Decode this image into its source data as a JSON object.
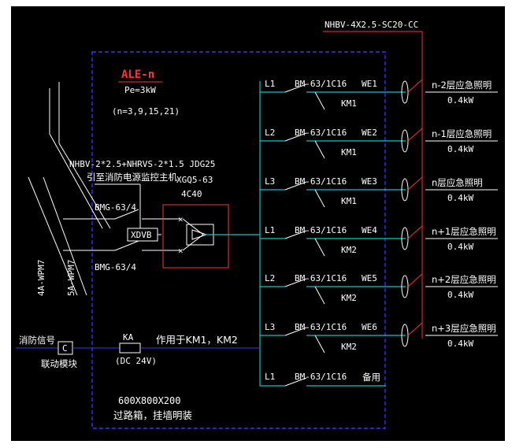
{
  "colors": {
    "background": "#000000",
    "border_dashed": "#3333ff",
    "wire": "#00c8c8",
    "breaker": "#ffffff",
    "text": "#ffffff",
    "title": "#ff3333",
    "leader": "#ff3333",
    "signal": "#3333ff"
  },
  "cable_top": "NHBV-4X2.5-SC20-CC",
  "panel": {
    "name": "ALE-n",
    "power": "Pe=3kW",
    "floors": "(n=3,9,15,21)",
    "size": "600X800X200",
    "mount": "过路箱，挂墙明装"
  },
  "incoming": {
    "cable_note_1": "NHBV-2*2.5+NHRVS-2*1.5 JDG25",
    "cable_note_2": "引至消防电源监控主机",
    "breaker_upper": "BMG-63/4",
    "breaker_lower": "BMG-63/4",
    "monitor": "XDVB",
    "ats_model": "XGQ5-63",
    "ats_poles": "4C40",
    "feeder_a": "4A-WPM7",
    "feeder_b": "5A-WPM7"
  },
  "fire_signal": {
    "label": "消防信号",
    "module_symbol": "C",
    "module_label": "联动模块",
    "relay": "KA",
    "relay_voltage": "(DC 24V)",
    "effect": "作用于KM1，KM2"
  },
  "circuits": [
    {
      "phase": "L1",
      "breaker": "BM-63/1C16",
      "circuit": "WE1",
      "contactor": "KM1",
      "load": "n-2层应急照明",
      "power": "0.4kW"
    },
    {
      "phase": "L2",
      "breaker": "BM-63/1C16",
      "circuit": "WE2",
      "contactor": "KM1",
      "load": "n-1层应急照明",
      "power": "0.4kW"
    },
    {
      "phase": "L3",
      "breaker": "BM-63/1C16",
      "circuit": "WE3",
      "contactor": "KM1",
      "load": "n层应急照明",
      "power": "0.4kW"
    },
    {
      "phase": "L1",
      "breaker": "BM-63/1C16",
      "circuit": "WE4",
      "contactor": "KM2",
      "load": "n+1层应急照明",
      "power": "0.4kW"
    },
    {
      "phase": "L2",
      "breaker": "BM-63/1C16",
      "circuit": "WE5",
      "contactor": "KM2",
      "load": "n+2层应急照明",
      "power": "0.4kW"
    },
    {
      "phase": "L3",
      "breaker": "BM-63/1C16",
      "circuit": "WE6",
      "contactor": "KM2",
      "load": "n+3层应急照明",
      "power": "0.4kW"
    }
  ],
  "spare": {
    "phase": "L1",
    "breaker": "BM-63/1C16",
    "label": "备用"
  }
}
